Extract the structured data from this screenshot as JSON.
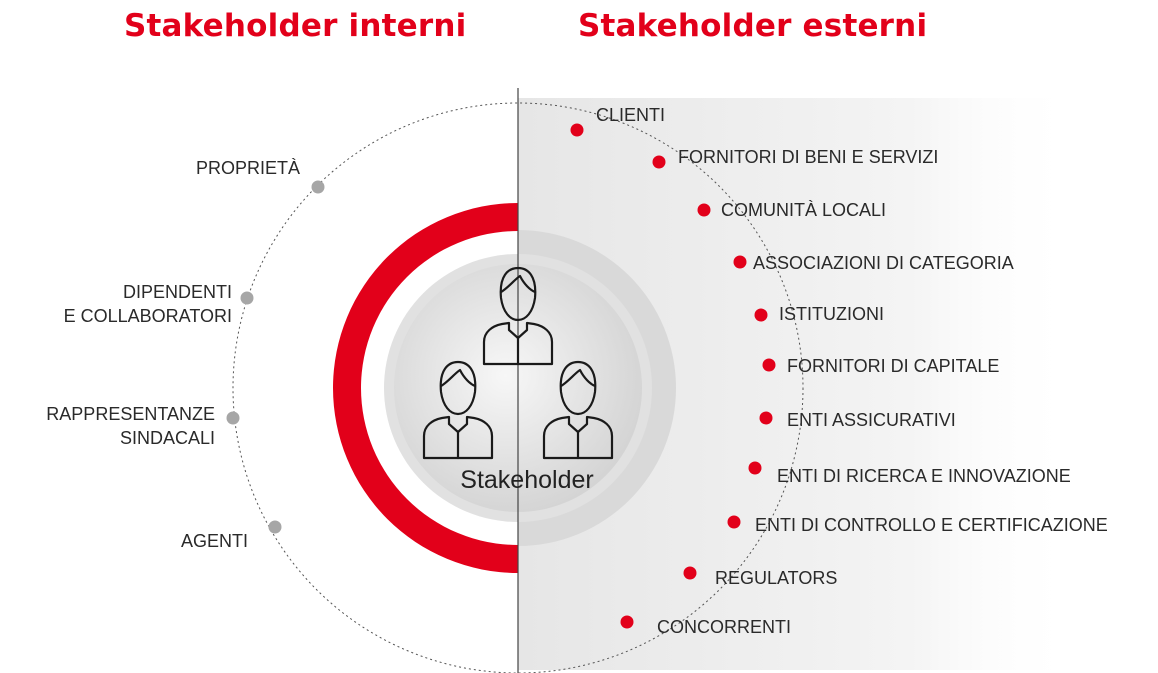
{
  "headings": {
    "internal": "Stakeholder interni",
    "external": "Stakeholder esterni"
  },
  "center_label": "Stakeholder",
  "colors": {
    "accent": "#e2001a",
    "internal_dot": "#a6a6a6",
    "external_dot": "#e2001a",
    "panel": "#efefef"
  },
  "internal": [
    {
      "label": "PROPRIETÀ"
    },
    {
      "label": "DIPENDENTI\nE COLLABORATORI"
    },
    {
      "label": "RAPPRESENTANZE\nSINDACALI"
    },
    {
      "label": "AGENTI"
    }
  ],
  "external": [
    {
      "label": "CLIENTI"
    },
    {
      "label": "FORNITORI DI BENI E SERVIZI"
    },
    {
      "label": "COMUNITÀ LOCALI"
    },
    {
      "label": "ASSOCIAZIONI DI CATEGORIA"
    },
    {
      "label": "ISTITUZIONI"
    },
    {
      "label": "FORNITORI DI CAPITALE"
    },
    {
      "label": "ENTI ASSICURATIVI"
    },
    {
      "label": "ENTI DI RICERCA E INNOVAZIONE"
    },
    {
      "label": "ENTI DI CONTROLLO E CERTIFICAZIONE"
    },
    {
      "label": "REGULATORS"
    },
    {
      "label": "CONCORRENTI"
    }
  ],
  "icons": [
    "person-icon",
    "person-icon",
    "person-icon"
  ]
}
